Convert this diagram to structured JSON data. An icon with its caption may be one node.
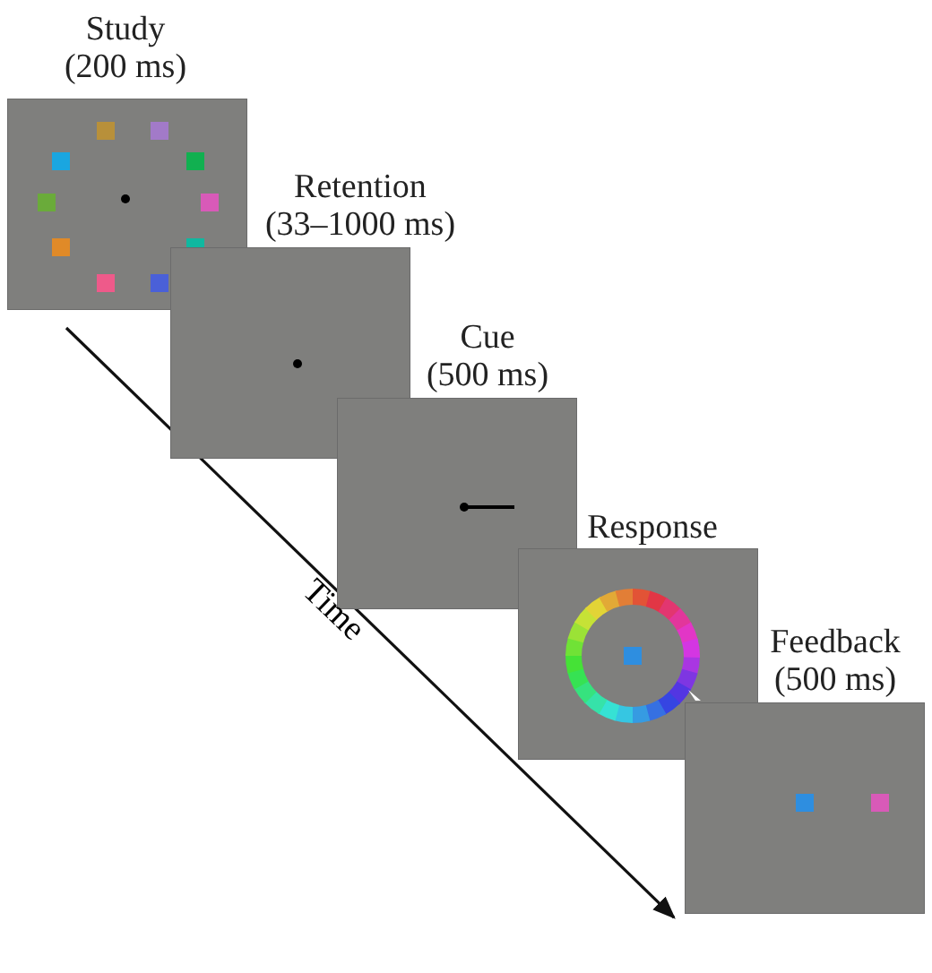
{
  "diagram": {
    "nodes": [
      {
        "text": [
          "Study",
          "(200 ms)"
        ]
      },
      {
        "text": [
          "Retention",
          "(33–1000 ms)"
        ]
      },
      {
        "text": [
          "Cue",
          "(500 ms)"
        ]
      },
      {
        "text": [
          "Response"
        ]
      },
      {
        "text": [
          "Feedback",
          "(500 ms)"
        ]
      }
    ],
    "labels": [
      "Time"
    ]
  }
}
